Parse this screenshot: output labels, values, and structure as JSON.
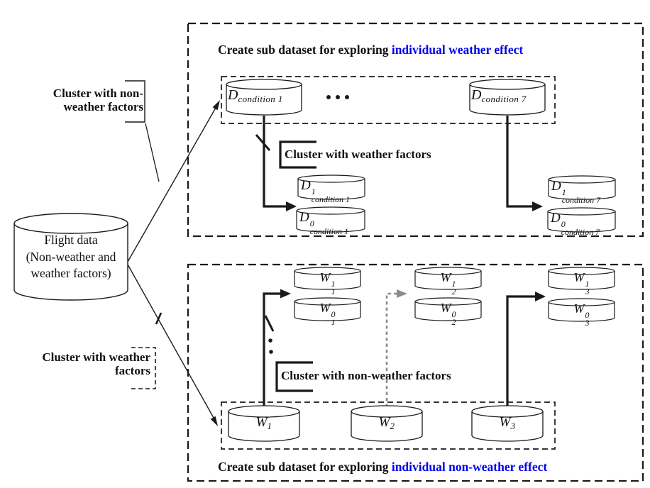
{
  "colors": {
    "accent_blue": "#0000EE",
    "arrow_gray": "#8C8C8C",
    "ink": "#1A1A1A"
  },
  "top_section": {
    "title_black": "Create sub dataset for exploring ",
    "title_blue": "individual weather effect",
    "cluster_label": "Cluster with weather factors"
  },
  "bottom_section": {
    "title_black": "Create sub dataset for exploring ",
    "title_blue": "individual non-weather effect",
    "cluster_label": "Cluster with non-weather factors"
  },
  "left_labels": {
    "top_line1": "Cluster with non-",
    "top_line2": "weather factors",
    "bottom_line1": "Cluster with weather",
    "bottom_line2": "factors"
  },
  "source_db": {
    "line1": "Flight data",
    "line2": "(Non-weather and",
    "line3": "weather factors)"
  },
  "cylinders": {
    "dcond1": {
      "base": "D",
      "sub": "condition 1"
    },
    "dcond7": {
      "base": "D",
      "sub": "condition 7"
    },
    "d1c1": {
      "base": "D",
      "sup": "1",
      "sub": "condition 1"
    },
    "d0c1": {
      "base": "D",
      "sup": "0",
      "sub": "condition 1"
    },
    "d1c7": {
      "base": "D",
      "sup": "1",
      "sub": "condition 7"
    },
    "d0c7": {
      "base": "D",
      "sup": "0",
      "sub": "condition 7"
    },
    "w1": {
      "base": "W",
      "sub": "1"
    },
    "w2": {
      "base": "W",
      "sub": "2"
    },
    "w3": {
      "base": "W",
      "sub": "3"
    },
    "w1s1": {
      "base": "W",
      "sup": "1",
      "sub": "1"
    },
    "w1s0": {
      "base": "W",
      "sup": "0",
      "sub": "1"
    },
    "w2s1": {
      "base": "W",
      "sup": "1",
      "sub": "2"
    },
    "w2s0": {
      "base": "W",
      "sup": "0",
      "sub": "2"
    },
    "w3s1": {
      "base": "W",
      "sup": "1",
      "sub": "3"
    },
    "w3s0": {
      "base": "W",
      "sup": "0",
      "sub": "3"
    }
  }
}
